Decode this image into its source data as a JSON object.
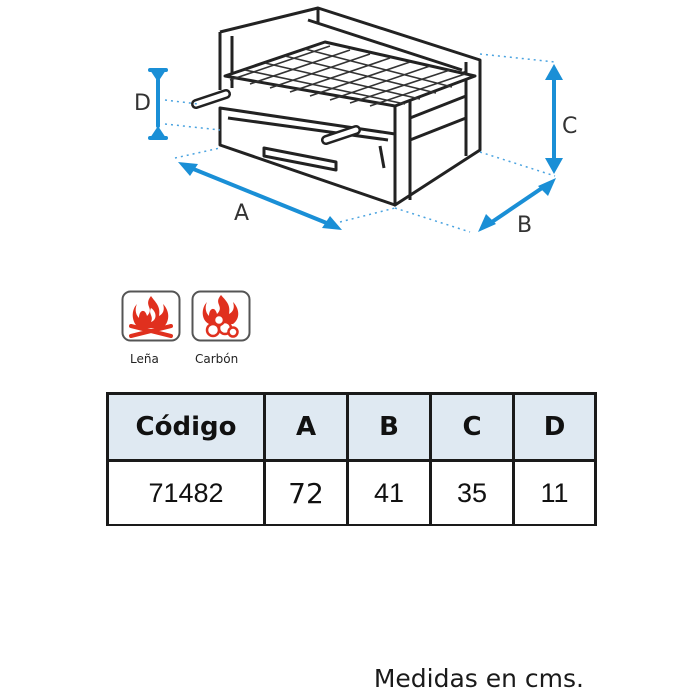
{
  "diagram": {
    "dimension_labels": {
      "a": "A",
      "b": "B",
      "c": "C",
      "d": "D"
    },
    "colors": {
      "arrow": "#1a8fd6",
      "line": "#222222",
      "dotted": "#4aa3e0"
    }
  },
  "fuel_types": [
    {
      "label": "Leña",
      "icon": "wood-fire-icon"
    },
    {
      "label": "Carbón",
      "icon": "charcoal-fire-icon"
    }
  ],
  "table": {
    "headers": [
      "Código",
      "A",
      "B",
      "C",
      "D"
    ],
    "rows": [
      [
        "71482",
        "72",
        "41",
        "35",
        "11"
      ]
    ]
  },
  "footnote": "Medidas en cms.",
  "colors": {
    "header_bg": "#dfe9f2",
    "fire_red": "#e0301e",
    "border": "#1a1a1a"
  }
}
